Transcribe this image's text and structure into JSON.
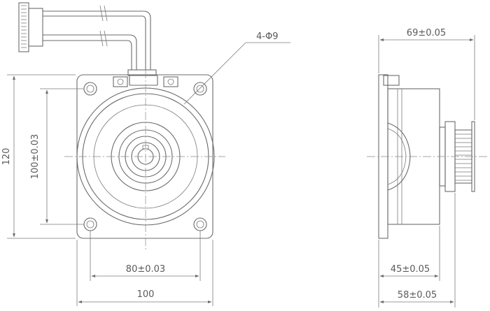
{
  "front_view": {
    "dimensions": {
      "hole_callout": "4-Φ9",
      "height_overall": "120",
      "height_hole_spacing": "100±0.03",
      "width_hole_spacing": "80±0.03",
      "width_overall": "100"
    }
  },
  "side_view": {
    "dimensions": {
      "overall_length": "69±0.05",
      "body_length": "45±0.05",
      "pulley_offset": "58±0.05"
    }
  }
}
